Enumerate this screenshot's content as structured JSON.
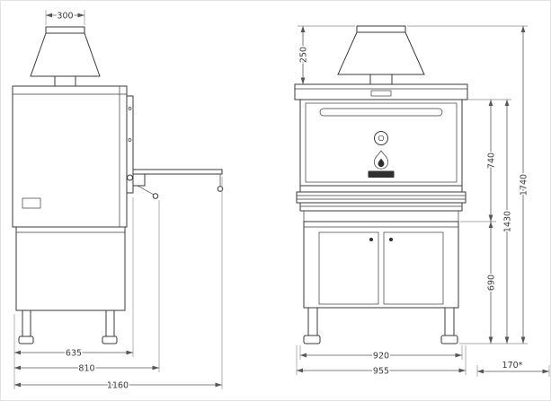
{
  "drawing": {
    "ink_color": "#3a3a3a",
    "side_view": {
      "dims": {
        "chimney_width": "300",
        "depth_body": "635",
        "depth_handle": "810",
        "depth_total": "1160"
      }
    },
    "front_view": {
      "logo_icon": "flame-icon",
      "dims": {
        "hood_height": "250",
        "oven_section_height": "740",
        "body_height": "1430",
        "total_height": "1740",
        "base_height": "690",
        "body_width": "920",
        "total_width": "955",
        "side_offset": "170*"
      }
    }
  }
}
